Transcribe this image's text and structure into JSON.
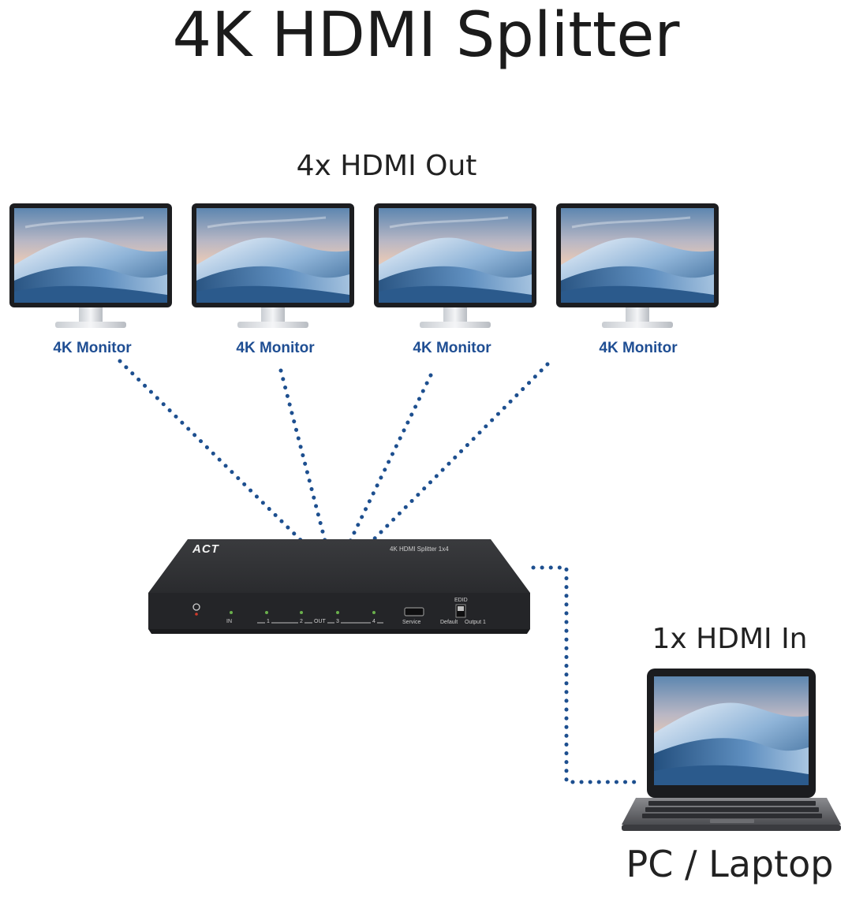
{
  "title": "4K HDMI Splitter",
  "outputs_label": "4x HDMI Out",
  "input_label": "1x HDMI In",
  "source_label": "PC / Laptop",
  "monitors": [
    {
      "label": "4K Monitor"
    },
    {
      "label": "4K Monitor"
    },
    {
      "label": "4K Monitor"
    },
    {
      "label": "4K Monitor"
    }
  ],
  "device": {
    "brand": "ACT",
    "model_label": "4K HDMI Splitter 1x4",
    "port_in": "IN",
    "port_out": "OUT",
    "out_numbers": [
      "1",
      "2",
      "3",
      "4"
    ],
    "service": "Service",
    "edid": "EDID",
    "edid_default": "Default",
    "edid_output1": "Output 1"
  },
  "colors": {
    "connector_dots": "#1d4f8f",
    "monitor_label": "#1f4e93",
    "device_body": "#2a2b2d"
  },
  "icons": [
    "monitor-icon",
    "laptop-icon",
    "splitter-device-icon"
  ]
}
